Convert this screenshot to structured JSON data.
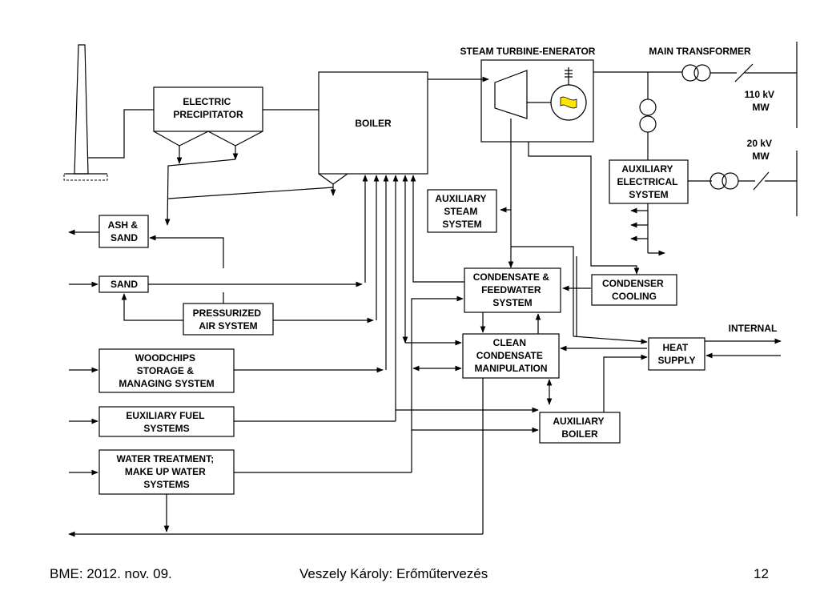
{
  "nodes": {
    "electric_precipitator": [
      "ELECTRIC",
      "PRECIPITATOR"
    ],
    "boiler": [
      "BOILER"
    ],
    "steam_turbine": [
      "STEAM TURBINE-ENERATOR"
    ],
    "main_transformer": [
      "MAIN TRANSFORMER"
    ],
    "voltage_110": [
      "110 kV",
      "MW"
    ],
    "voltage_20": [
      "20 kV",
      "MW"
    ],
    "auxiliary_electrical": [
      "AUXILIARY",
      "ELECTRICAL",
      "SYSTEM"
    ],
    "auxiliary_steam": [
      "AUXILIARY",
      "STEAM",
      "SYSTEM"
    ],
    "ash_sand": [
      "ASH &",
      "SAND"
    ],
    "sand": [
      "SAND"
    ],
    "pressurized_air": [
      "PRESSURIZED",
      "AIR SYSTEM"
    ],
    "condensate_feedwater": [
      "CONDENSATE &",
      "FEEDWATER",
      "SYSTEM"
    ],
    "condenser_cooling": [
      "CONDENSER",
      "COOLING"
    ],
    "clean_condensate": [
      "CLEAN",
      "CONDENSATE",
      "MANIPULATION"
    ],
    "heat_supply": [
      "HEAT",
      "SUPPLY"
    ],
    "internal": [
      "INTERNAL"
    ],
    "woodchips": [
      "WOODCHIPS",
      "STORAGE &",
      "MANAGING SYSTEM"
    ],
    "euxiliary_fuel": [
      "EUXILIARY FUEL",
      "SYSTEMS"
    ],
    "auxiliary_boiler": [
      "AUXILIARY",
      "BOILER"
    ],
    "water_treatment": [
      "WATER TREATMENT;",
      "MAKE UP WATER",
      "SYSTEMS"
    ]
  },
  "footer": {
    "left": "BME: 2012. nov. 09.",
    "center": "Veszely Károly: Erőműtervezés",
    "right": "12"
  }
}
